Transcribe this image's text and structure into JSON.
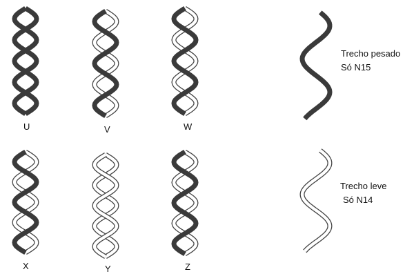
{
  "colors": {
    "heavy_strand": "#3a3a3a",
    "light_strand_fill": "#ffffff",
    "light_strand_outline": "#444444",
    "background": "#ffffff"
  },
  "molecules": [
    {
      "label": "U",
      "strand_a": "heavy",
      "strand_b": "heavy"
    },
    {
      "label": "V",
      "strand_a": "light",
      "strand_b": "heavy",
      "mixed": true
    },
    {
      "label": "W",
      "strand_a": "light",
      "strand_b": "heavy"
    },
    {
      "label": "X",
      "strand_a": "light",
      "strand_b": "heavy",
      "mixed": true
    },
    {
      "label": "Y",
      "strand_a": "light",
      "strand_b": "light"
    },
    {
      "label": "Z",
      "strand_a": "light",
      "strand_b": "heavy"
    }
  ],
  "legend": [
    {
      "strand": "heavy",
      "title": "Trecho pesado",
      "subtitle": "Só N15"
    },
    {
      "strand": "light",
      "title": "Trecho leve",
      "subtitle": "Só N14"
    }
  ]
}
